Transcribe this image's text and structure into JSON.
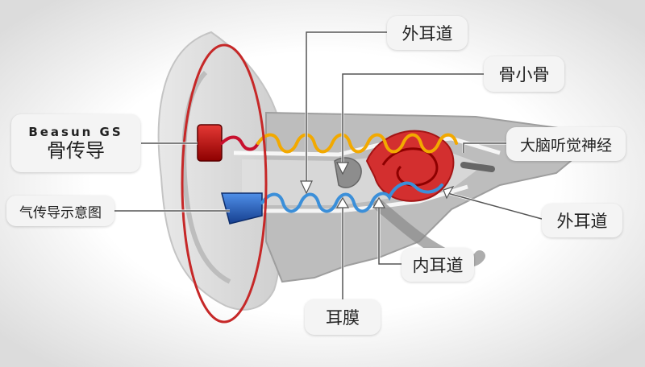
{
  "labels": {
    "bone_conduction_brand": "Beasun GS",
    "bone_conduction": "骨传导",
    "air_conduction": "气传导示意图",
    "outer_canal_top": "外耳道",
    "ossicles": "骨小骨",
    "auditory_nerve": "大脑听觉神经",
    "outer_canal_right": "外耳道",
    "inner_canal": "内耳道",
    "eardrum": "耳膜"
  },
  "colors": {
    "bone_wave": "#c8102e",
    "bone_wave_inner": "#f2a900",
    "air_wave": "#3b8fd9",
    "ear_ring": "#c62828",
    "bone_device": "#b71c1c",
    "air_device": "#1e5bb8",
    "cochlea": "#d32f2f"
  }
}
